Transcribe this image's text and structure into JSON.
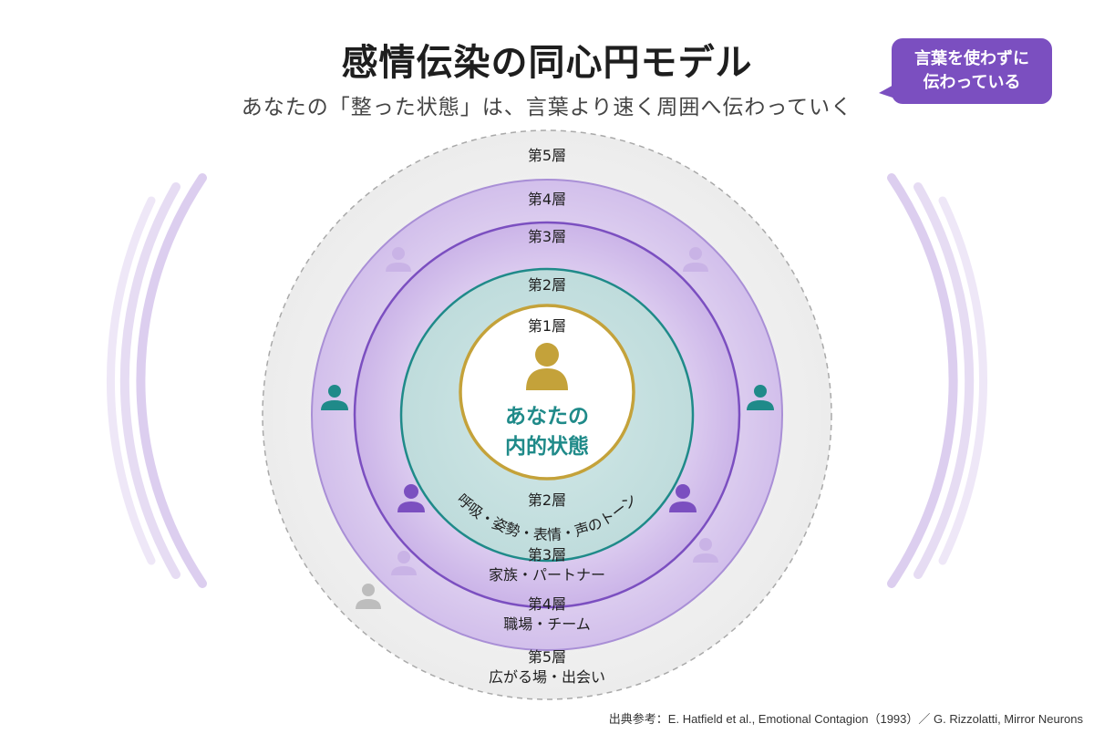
{
  "title": "感情伝染の同心円モデル",
  "subtitle": "あなたの「整った状態」は、言葉より速く周囲へ伝わっていく",
  "callout": {
    "line1": "言葉を使わずに",
    "line2": "伝わっている"
  },
  "rings": {
    "layer5_top": "第5層",
    "layer4_top": "第4層",
    "layer3_top": "第3層",
    "layer2_top": "第2層",
    "layer1_top": "第1層",
    "layer2_bottom": "第2層",
    "layer2_arc": "呼吸・姿勢・表情・声のトーン",
    "layer3_bottom": "第3層",
    "layer3_desc": "家族・パートナー",
    "layer4_bottom": "第4層",
    "layer4_desc": "職場・チーム",
    "layer5_bottom": "第5層",
    "layer5_desc": "広がる場・出会い"
  },
  "center": {
    "line1": "あなたの",
    "line2": "内的状態"
  },
  "source": "出典参考：E. Hatfield et al., Emotional Contagion（1993）／ G. Rizzolatti, Mirror Neurons",
  "colors": {
    "purple": "#7b4fc0",
    "teal": "#1f8a89",
    "gold": "#c4a23a",
    "lavender": "#c9b3e6",
    "gray": "#bdbdbd"
  },
  "icons": [
    "person-icon",
    "speech-bubble"
  ]
}
